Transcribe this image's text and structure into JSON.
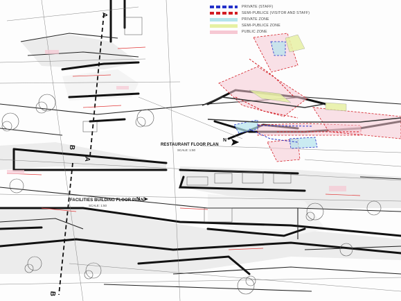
{
  "plans": {
    "restaurant_title": "RESTAURANT FLOOR PLAN",
    "restaurant_scale": "SCALE: 1:50",
    "facilities_title": "FACILITIES BUILDING FLOOR PLAN",
    "facilities_scale": "SCALE: 1:50"
  },
  "north_mark": "N",
  "section_marks": [
    "A",
    "A",
    "B",
    "B"
  ],
  "legend": [
    {
      "label": "PRIVATE (STAFF)",
      "color": "#2431c9",
      "style": "dashed"
    },
    {
      "label": "SEMI-PUBLICE (VISITOR AND STAFF)",
      "color": "#d21d24",
      "style": "dashed"
    },
    {
      "label": "PRIVATE ZONE",
      "color": "#b3e3ec",
      "style": "fill"
    },
    {
      "label": "SEMI-PUBLICE ZONE",
      "color": "#e6f0a3",
      "style": "fill"
    },
    {
      "label": "PUBLIC ZONE",
      "color": "#f6c8d3",
      "style": "fill"
    }
  ]
}
